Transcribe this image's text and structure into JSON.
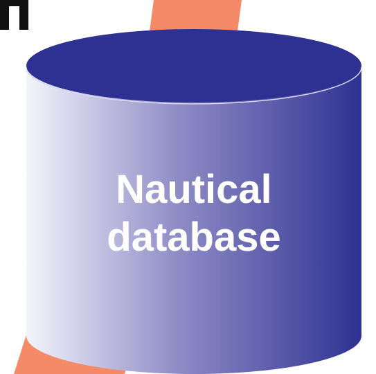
{
  "diagram": {
    "shape": "database-cylinder",
    "label_lines": [
      "Nautical",
      "database"
    ],
    "colors": {
      "background": "#ffffff",
      "cylinder_top": "#2e3192",
      "cylinder_gradient_light": "#f4f4fb",
      "cylinder_gradient_dark": "#2e3192",
      "connector": "#f58a68",
      "text": "#ffffff",
      "partial_glyph": "#111111"
    }
  }
}
